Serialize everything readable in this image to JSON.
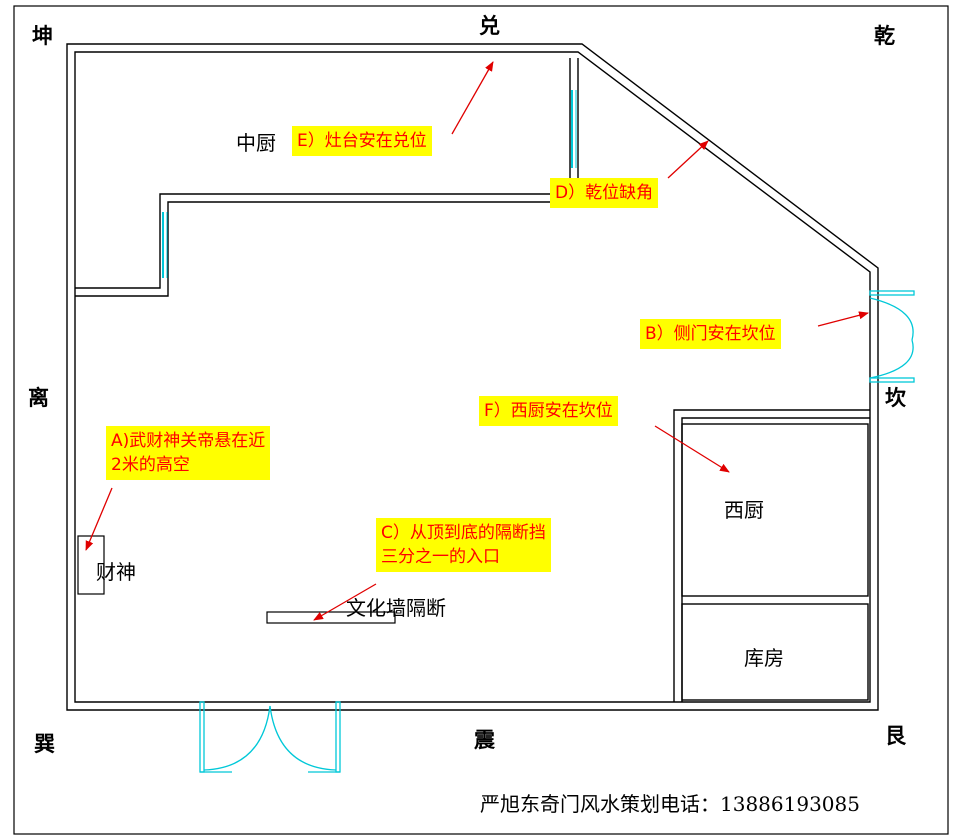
{
  "directions": {
    "kun": "坤",
    "dui": "兑",
    "qian": "乾",
    "li": "离",
    "kan": "坎",
    "xun": "巽",
    "zhen": "震",
    "gen": "艮"
  },
  "rooms": {
    "middle_kitchen": "中厨",
    "west_kitchen": "西厨",
    "storeroom": "库房",
    "wealth_god": "财神",
    "partition_wall": "文化墙隔断"
  },
  "notes": {
    "a": [
      "A)武财神关帝悬在近",
      "2米的高空"
    ],
    "b": "B）侧门安在坎位",
    "c": [
      "C）从顶到底的隔断挡",
      "三分之一的入口"
    ],
    "d": "D）乾位缺角",
    "e": "E）灶台安在兑位",
    "f": "F）西厨安在坎位"
  },
  "footer": "严旭东奇门风水策划电话：13886193085",
  "colors": {
    "wall": "#000000",
    "door": "#00c8d8",
    "arrow": "#e00000",
    "note_bg": "#ffff00",
    "note_text": "#ff0000"
  }
}
